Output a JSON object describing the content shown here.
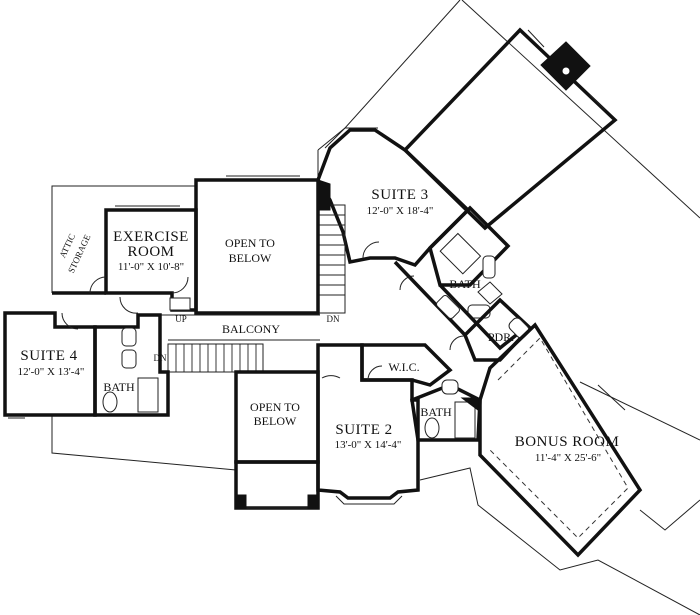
{
  "colors": {
    "wall": "#111111",
    "line": "#222222",
    "background": "#ffffff"
  },
  "rooms": {
    "suite3": {
      "name": "SUITE 3",
      "dims": "12'-0\" X 18'-4\""
    },
    "exercise": {
      "name1": "EXERCISE",
      "name2": "ROOM",
      "dims": "11'-0\" X 10'-8\""
    },
    "open1": {
      "line1": "OPEN TO",
      "line2": "BELOW"
    },
    "open2": {
      "line1": "OPEN TO",
      "line2": "BELOW"
    },
    "suite4": {
      "name": "SUITE 4",
      "dims": "12'-0\" X 13'-4\""
    },
    "suite2": {
      "name": "SUITE 2",
      "dims": "13'-0\" X 14'-4\""
    },
    "bonus": {
      "name": "BONUS ROOM",
      "dims": "11'-4\" X 25'-6\""
    }
  },
  "labels": {
    "attic1": "ATTIC",
    "attic2": "STORAGE",
    "balcony": "BALCONY",
    "up": "UP",
    "dn_main": "DN",
    "dn_balcony": "DN",
    "bath_suite3": "BATH",
    "bath_suite4": "BATH",
    "bath_suite2": "BATH",
    "wic": "W.I.C.",
    "pdr": "PDR."
  }
}
